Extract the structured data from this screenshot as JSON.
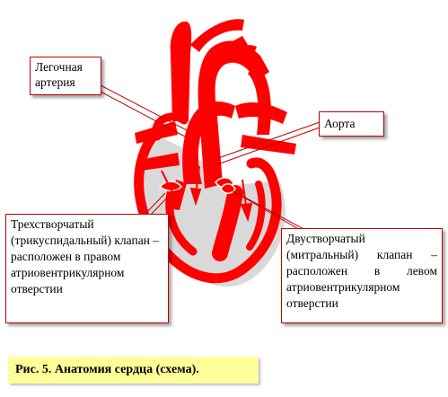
{
  "labels": {
    "pulmonary_artery": "Легочная артерия",
    "aorta": "Аорта",
    "tricuspid_valve": "Трехстворчатый (трикуспидальный) клапан – расположен в правом атриовентрикулярном отверстии",
    "mitral_valve": "Двустворчатый (митральный) клапан – расположен в левом атриовентрикулярном отверстии"
  },
  "caption": "Рис. 5. Анатомия сердца (схема).",
  "colors": {
    "heart": "#ff0000",
    "heart_shadow": "#d8d8d8",
    "leader_line": "#c00000",
    "caption_background": "#ffff99"
  }
}
